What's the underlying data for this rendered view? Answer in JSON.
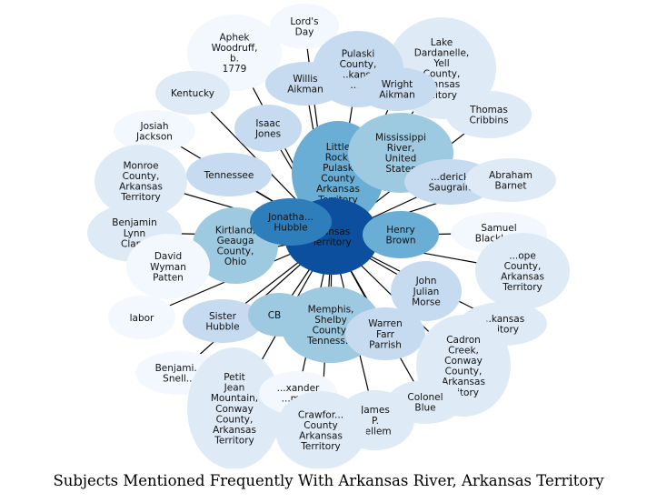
{
  "title": "Subjects Mentioned Frequently With Arkansas River, Arkansas Territory",
  "colors": {
    "center": "#0b4f9e",
    "level1": "#2e7ebc",
    "level2": "#6aaed6",
    "level3": "#9ecae1",
    "level4": "#c6dbef",
    "level5": "#deebf7",
    "level6": "#f3f8fe",
    "edge": "#000000"
  },
  "center_lines": [
    "...ansas",
    "Territory"
  ],
  "nodes": [
    {
      "id": "lords-day",
      "lines": [
        "Lord's",
        "Day"
      ],
      "shade": "level6"
    },
    {
      "id": "aphek-woodruff",
      "lines": [
        "Aphek",
        "Woodruff,",
        "b.",
        "1779"
      ],
      "shade": "level6"
    },
    {
      "id": "lake-dardanelle",
      "lines": [
        "Lake",
        "Dardanelle,",
        "Yell",
        "County,",
        "...ansas",
        "...itory"
      ],
      "shade": "level5"
    },
    {
      "id": "pulaski-county",
      "lines": [
        "Pulaski",
        "County,",
        "...kansa",
        "...ri"
      ],
      "shade": "level4"
    },
    {
      "id": "willis-aikman",
      "lines": [
        "Willis",
        "Aikman"
      ],
      "shade": "level4"
    },
    {
      "id": "wright-aikman",
      "lines": [
        "Wright",
        "Aikman"
      ],
      "shade": "level4"
    },
    {
      "id": "kentucky",
      "lines": [
        "Kentucky"
      ],
      "shade": "level5"
    },
    {
      "id": "thomas-cribbins",
      "lines": [
        "Thomas",
        "Cribbins"
      ],
      "shade": "level5"
    },
    {
      "id": "isaac-jones",
      "lines": [
        "Isaac",
        "Jones"
      ],
      "shade": "level4"
    },
    {
      "id": "josiah-jackson",
      "lines": [
        "Josiah",
        "Jackson"
      ],
      "shade": "level6"
    },
    {
      "id": "little-rock",
      "lines": [
        "Little",
        "Rock,",
        "Pulask",
        "County",
        "Arkansas",
        "Territory"
      ],
      "shade": "level2"
    },
    {
      "id": "mississippi-river",
      "lines": [
        "Mississippi",
        "River,",
        "United",
        "States"
      ],
      "shade": "level3"
    },
    {
      "id": "monroe-county",
      "lines": [
        "Monroe",
        "County,",
        "Arkansas",
        "Territory"
      ],
      "shade": "level5"
    },
    {
      "id": "tennessee",
      "lines": [
        "Tennessee"
      ],
      "shade": "level4"
    },
    {
      "id": "frederick-saugrain",
      "lines": [
        "...derick",
        "Saugrain"
      ],
      "shade": "level4"
    },
    {
      "id": "abraham-barnet",
      "lines": [
        "Abraham",
        "Barnet"
      ],
      "shade": "level5"
    },
    {
      "id": "jonathan-hubble",
      "lines": [
        "Jonatha...",
        "Hubble"
      ],
      "shade": "level1"
    },
    {
      "id": "henry-brown",
      "lines": [
        "Henry",
        "Brown"
      ],
      "shade": "level2"
    },
    {
      "id": "samuel-blackburn",
      "lines": [
        "Samuel",
        "Blackburn"
      ],
      "shade": "level6"
    },
    {
      "id": "benjamin-lynn-clapp",
      "lines": [
        "Benjamin",
        "Lynn",
        "Clapp"
      ],
      "shade": "level5"
    },
    {
      "id": "kirtland",
      "lines": [
        "Kirtland,",
        "Geauga",
        "County,",
        "Ohio"
      ],
      "shade": "level3"
    },
    {
      "id": "pope-county",
      "lines": [
        "...ope",
        "County,",
        "Arkansas",
        "Territory"
      ],
      "shade": "level5"
    },
    {
      "id": "david-wyman-patten",
      "lines": [
        "David",
        "Wyman",
        "Patten"
      ],
      "shade": "level6"
    },
    {
      "id": "john-julian-morse",
      "lines": [
        "John",
        "Julian",
        "Morse"
      ],
      "shade": "level4"
    },
    {
      "id": "labor",
      "lines": [
        "labor"
      ],
      "shade": "level6"
    },
    {
      "id": "sister-hubble",
      "lines": [
        "Sister",
        "Hubble"
      ],
      "shade": "level4"
    },
    {
      "id": "cb",
      "lines": [
        "CB..."
      ],
      "shade": "level3"
    },
    {
      "id": "memphis",
      "lines": [
        "Memphis,",
        "Shelby",
        "County,",
        "Tenness..."
      ],
      "shade": "level3"
    },
    {
      "id": "warren-farr-parrish",
      "lines": [
        "Warren",
        "Farr",
        "Parrish"
      ],
      "shade": "level4"
    },
    {
      "id": "arkansas-territory",
      "lines": [
        "...kansas",
        "...itory"
      ],
      "shade": "level5"
    },
    {
      "id": "benjamin-snell",
      "lines": [
        "Benjami...",
        "Snell..."
      ],
      "shade": "level6"
    },
    {
      "id": "cadron-creek",
      "lines": [
        "Cadron",
        "Creek,",
        "Conway",
        "County,",
        "Arkansas",
        "...itory"
      ],
      "shade": "level5"
    },
    {
      "id": "petit-jean",
      "lines": [
        "Petit",
        "Jean",
        "Mountain,",
        "Conway",
        "County,",
        "Arkansas",
        "Territory"
      ],
      "shade": "level5"
    },
    {
      "id": "alexander",
      "lines": [
        "...xander",
        "...ma..."
      ],
      "shade": "level6"
    },
    {
      "id": "colonel-blue",
      "lines": [
        "Colonel",
        "Blue"
      ],
      "shade": "level5"
    },
    {
      "id": "james-kellem",
      "lines": [
        "James",
        "P.",
        "Kellem"
      ],
      "shade": "level5"
    },
    {
      "id": "crawford-county",
      "lines": [
        "Crawfor...",
        "County",
        "Arkansas",
        "Territory"
      ],
      "shade": "level5"
    }
  ]
}
